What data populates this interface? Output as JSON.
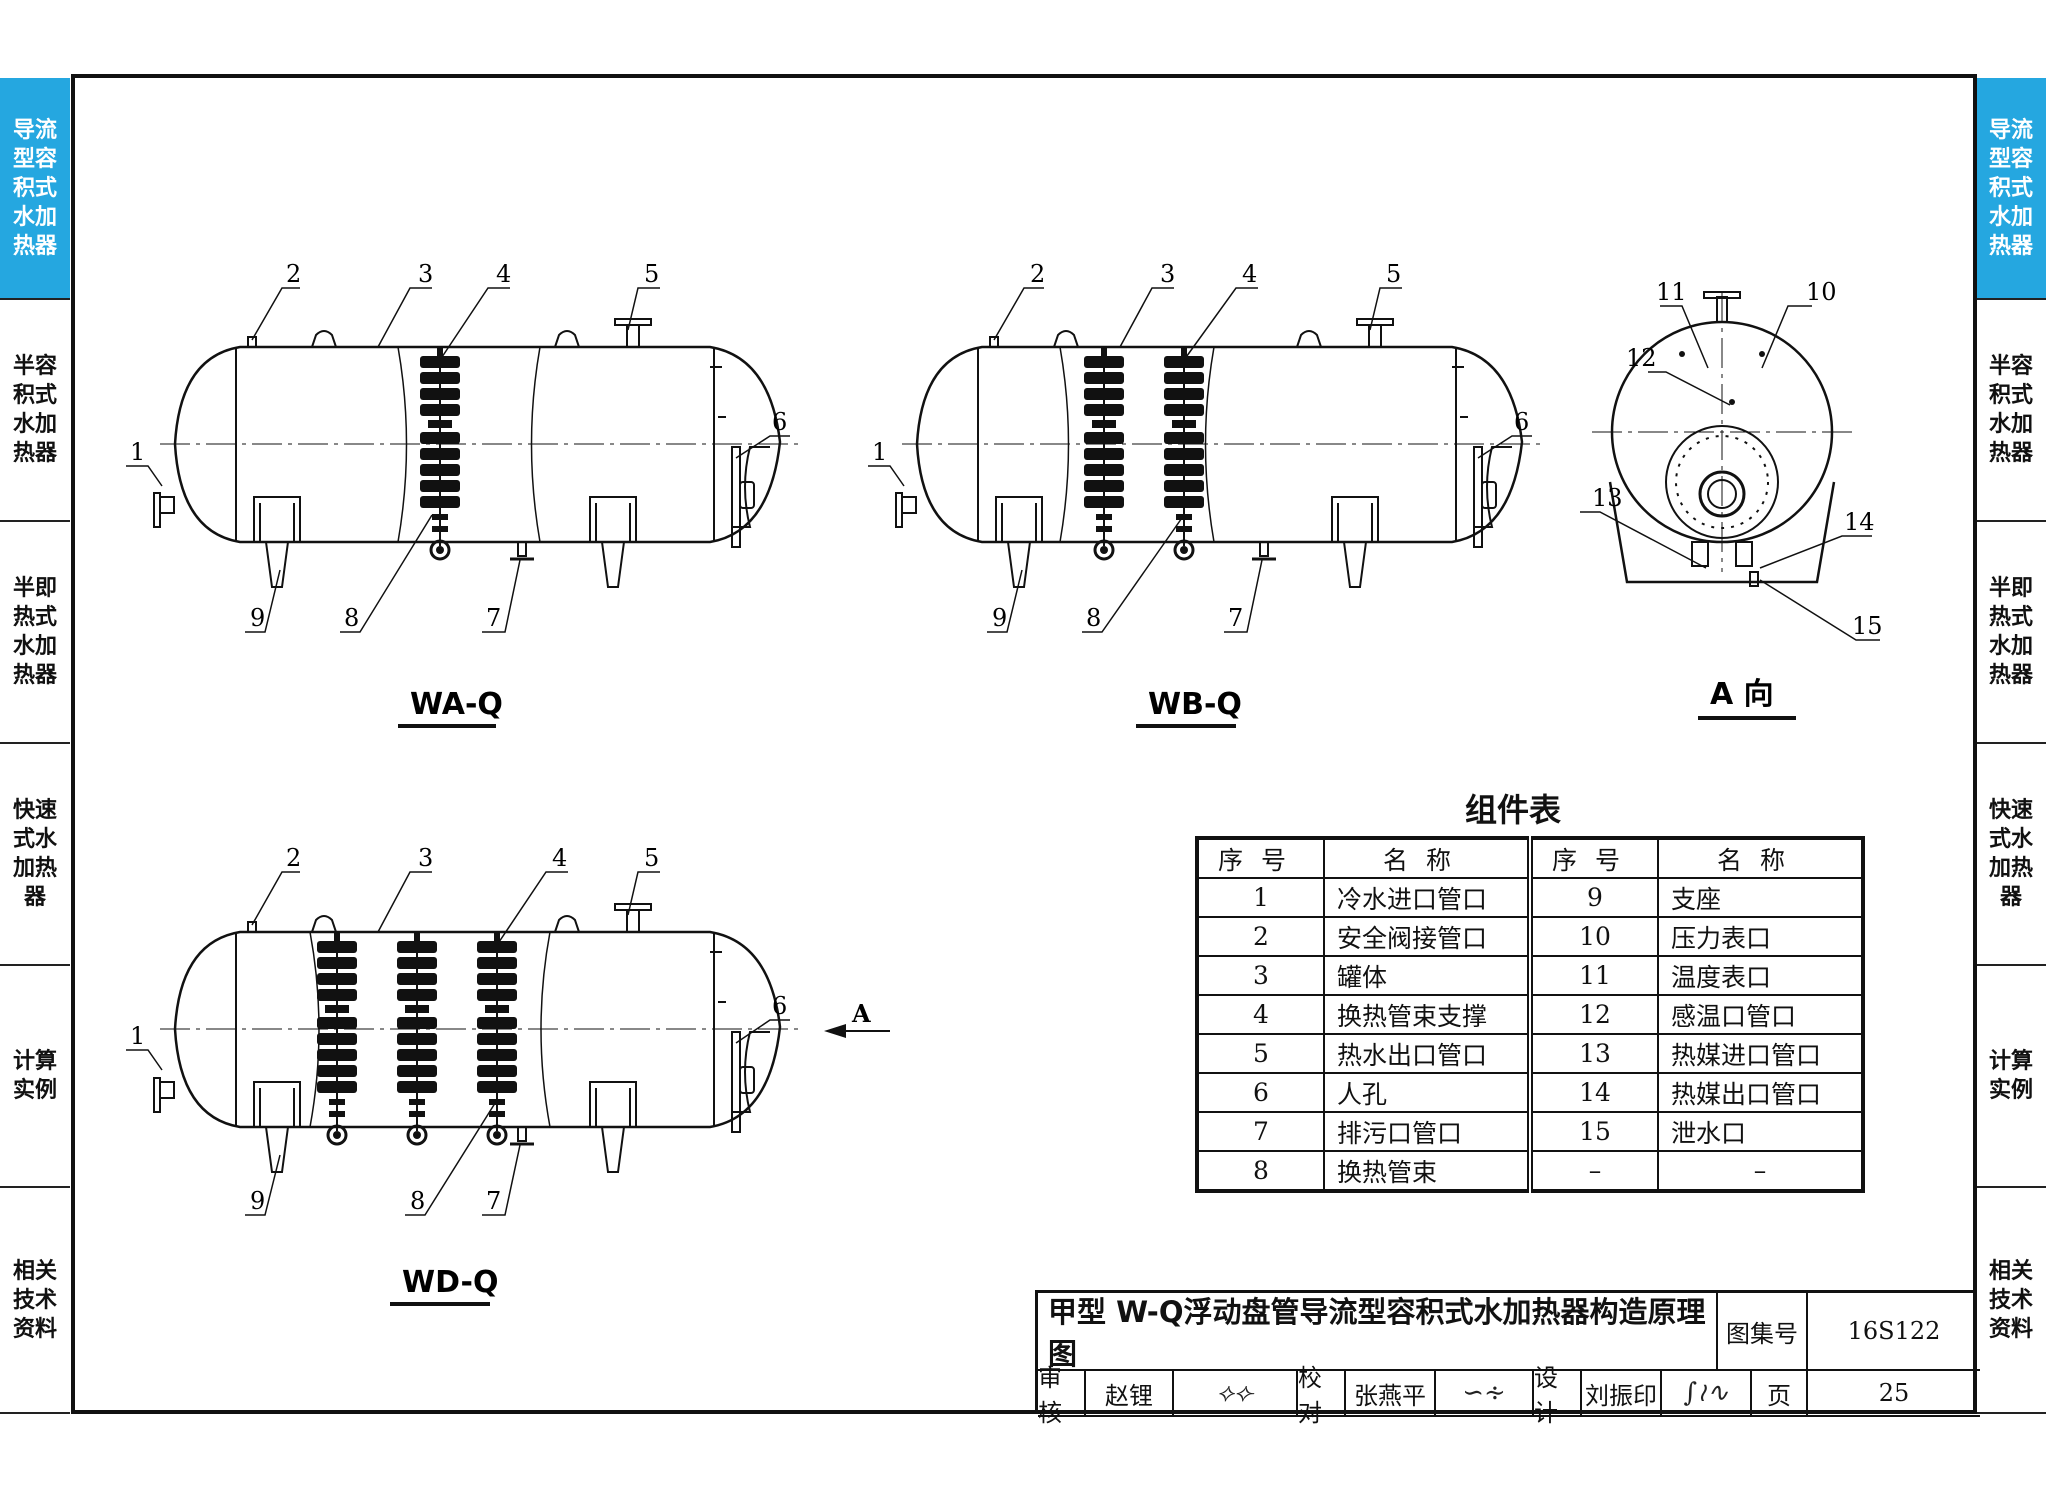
{
  "side_tabs": [
    {
      "label": "导流型容积式水加热器",
      "active": true
    },
    {
      "label": "半容积式水加热器",
      "active": false
    },
    {
      "label": "半即热式水加热器",
      "active": false
    },
    {
      "label": "快速式水加热器",
      "active": false
    },
    {
      "label": "计算实例",
      "active": false
    },
    {
      "label": "相关技术资料",
      "active": false
    }
  ],
  "views": {
    "wa_title": "WA-Q",
    "wb_title": "WB-Q",
    "wd_title": "WD-Q",
    "a_title": "A 向",
    "arrow_label": "A"
  },
  "callouts": [
    "1",
    "2",
    "3",
    "4",
    "5",
    "6",
    "7",
    "8",
    "9",
    "10",
    "11",
    "12",
    "13",
    "14",
    "15"
  ],
  "parts_table": {
    "title": "组件表",
    "header": {
      "no": "序号",
      "name": "名称"
    },
    "rows": [
      {
        "no1": "1",
        "name1": "冷水进口管口",
        "no2": "9",
        "name2": "支座"
      },
      {
        "no1": "2",
        "name1": "安全阀接管口",
        "no2": "10",
        "name2": "压力表口"
      },
      {
        "no1": "3",
        "name1": "罐体",
        "no2": "11",
        "name2": "温度表口"
      },
      {
        "no1": "4",
        "name1": "换热管束支撑",
        "no2": "12",
        "name2": "感温口管口"
      },
      {
        "no1": "5",
        "name1": "热水出口管口",
        "no2": "13",
        "name2": "热媒进口管口"
      },
      {
        "no1": "6",
        "name1": "人孔",
        "no2": "14",
        "name2": "热媒出口管口"
      },
      {
        "no1": "7",
        "name1": "排污口管口",
        "no2": "15",
        "name2": "泄水口"
      },
      {
        "no1": "8",
        "name1": "换热管束",
        "no2": "–",
        "name2": "–"
      }
    ]
  },
  "title_block": {
    "title": "甲型 W-Q浮动盘管导流型容积式水加热器构造原理图",
    "atlas_label": "图集号",
    "atlas_no": "16S122",
    "page_label": "页",
    "page_no": "25",
    "review_label": "审核",
    "reviewer": "赵锂",
    "check_label": "校对",
    "checker": "张燕平",
    "design_label": "设计",
    "designer": "刘振印"
  }
}
